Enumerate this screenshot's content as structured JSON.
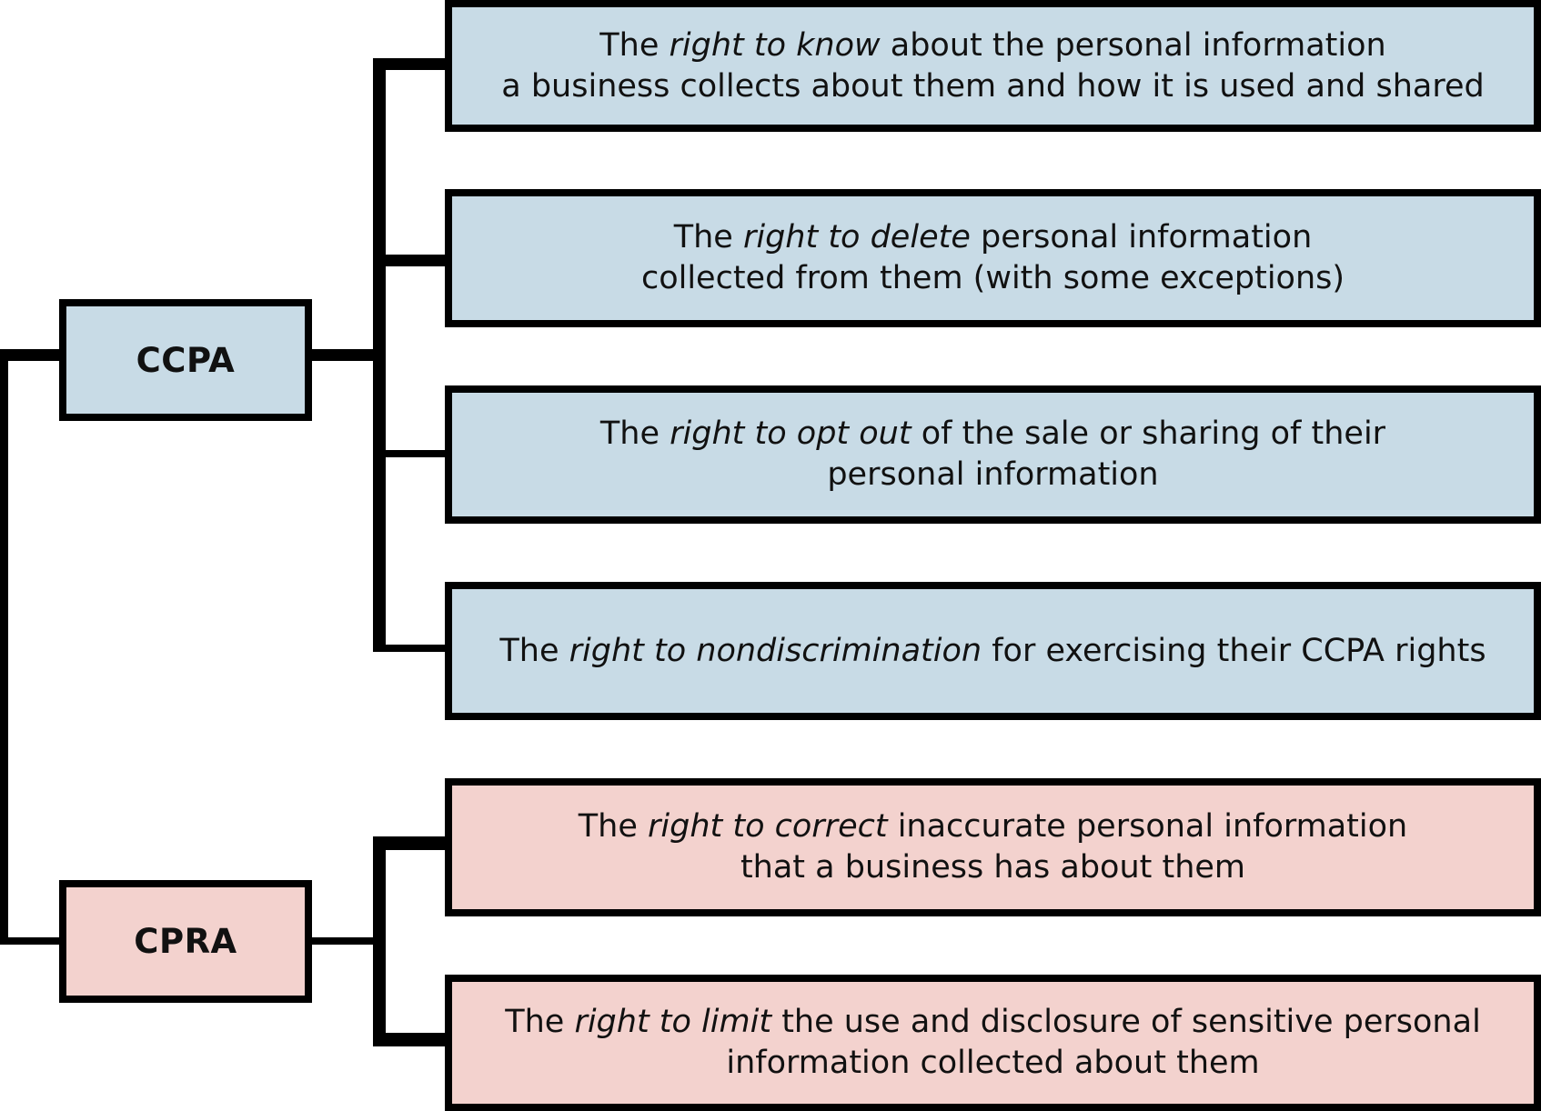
{
  "colors": {
    "ccpa_fill": "#c8dbe6",
    "cpra_fill": "#f3d2ce",
    "line": "#000000"
  },
  "laws": [
    {
      "label": "CCPA"
    },
    {
      "label": "CPRA"
    }
  ],
  "rights": [
    {
      "law": "CCPA",
      "pre": "The ",
      "em": "right to know",
      "post": " about the personal information",
      "line2": "a business collects about them and how it is used and shared"
    },
    {
      "law": "CCPA",
      "pre": "The ",
      "em": "right to delete",
      "post": " personal information",
      "line2": "collected from them (with some exceptions)"
    },
    {
      "law": "CCPA",
      "pre": "The ",
      "em": "right to opt out",
      "post": " of the sale or sharing of their",
      "line2": "personal information"
    },
    {
      "law": "CCPA",
      "pre": "The ",
      "em": "right to nondiscrimination",
      "post": " for exercising their CCPA rights",
      "line2": ""
    },
    {
      "law": "CPRA",
      "pre": "The ",
      "em": "right to correct",
      "post": " inaccurate personal information",
      "line2": "that a business has about them"
    },
    {
      "law": "CPRA",
      "pre": "The ",
      "em": "right to limit",
      "post": " the use and disclosure of sensitive personal",
      "line2": "information collected about them"
    }
  ]
}
